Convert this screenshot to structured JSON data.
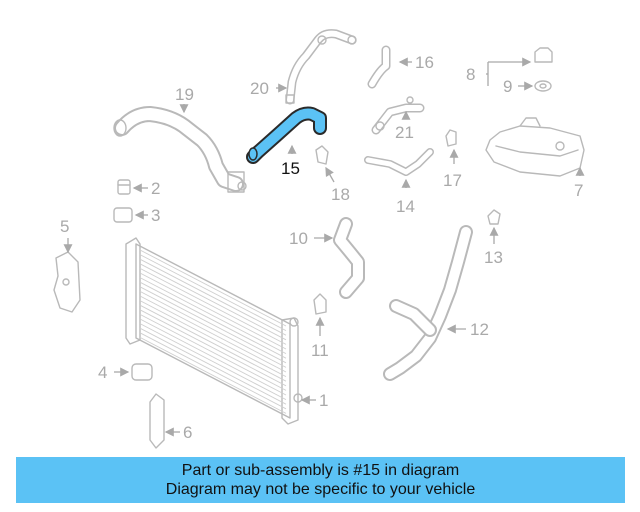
{
  "highlight_color": "#5bc2f5",
  "text_color": "#111111",
  "callouts": {
    "c1": "1",
    "c2": "2",
    "c3": "3",
    "c4": "4",
    "c5": "5",
    "c6": "6",
    "c7": "7",
    "c8": "8",
    "c9": "9",
    "c10": "10",
    "c11": "11",
    "c12": "12",
    "c13": "13",
    "c14": "14",
    "c15": "15",
    "c16": "16",
    "c17": "17",
    "c18": "18",
    "c19": "19",
    "c20": "20",
    "c21": "21"
  },
  "banner": {
    "line1": "Part or sub-assembly is #15 in diagram",
    "line2": "Diagram may not be specific to your vehicle"
  }
}
